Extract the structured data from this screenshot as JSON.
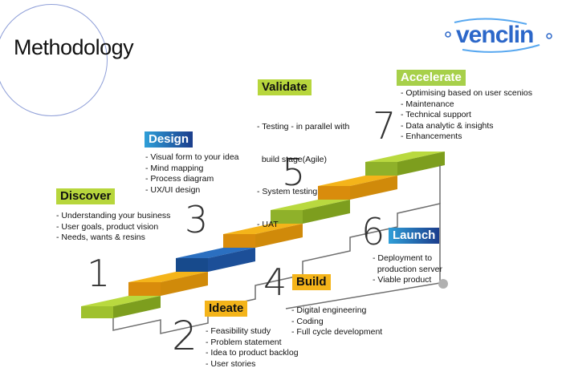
{
  "title": "Methodology",
  "logo_text": "venclin",
  "steps": [
    {
      "number": "1",
      "label": "Discover",
      "items": [
        "- Understanding your business",
        "- User goals, product vision",
        "- Needs, wants & resins"
      ]
    },
    {
      "number": "2",
      "label": "Ideate",
      "items": [
        "- Feasibility study",
        "- Problem statement",
        "- Idea to product backlog",
        "- User stories"
      ]
    },
    {
      "number": "3",
      "label": "Design",
      "items": [
        "- Visual form to your idea",
        "- Mind mapping",
        "- Process diagram",
        "- UX/UI design"
      ]
    },
    {
      "number": "4",
      "label": "Build",
      "items": [
        "- Digital engineering",
        "- Coding",
        "- Full cycle development"
      ]
    },
    {
      "number": "5",
      "label": "Validate",
      "items": [
        "- Testing - in parallel with",
        "  build stage(Agile)",
        "- System testing",
        "- UAT"
      ]
    },
    {
      "number": "6",
      "label": "Launch",
      "items": [
        "- Deployment to",
        "  production server",
        "- Viable product"
      ]
    },
    {
      "number": "7",
      "label": "Accelerate",
      "items": [
        "- Optimising based on user scenios",
        "- Maintenance",
        "- Technical support",
        "- Data analytic & insights",
        "- Enhancements"
      ]
    }
  ],
  "colors": {
    "green": "#b7d63c",
    "yellow": "#f4b41a",
    "blue": "#1f5fb0",
    "line": "#6f6f6f",
    "circle": "#8f9fd8"
  }
}
